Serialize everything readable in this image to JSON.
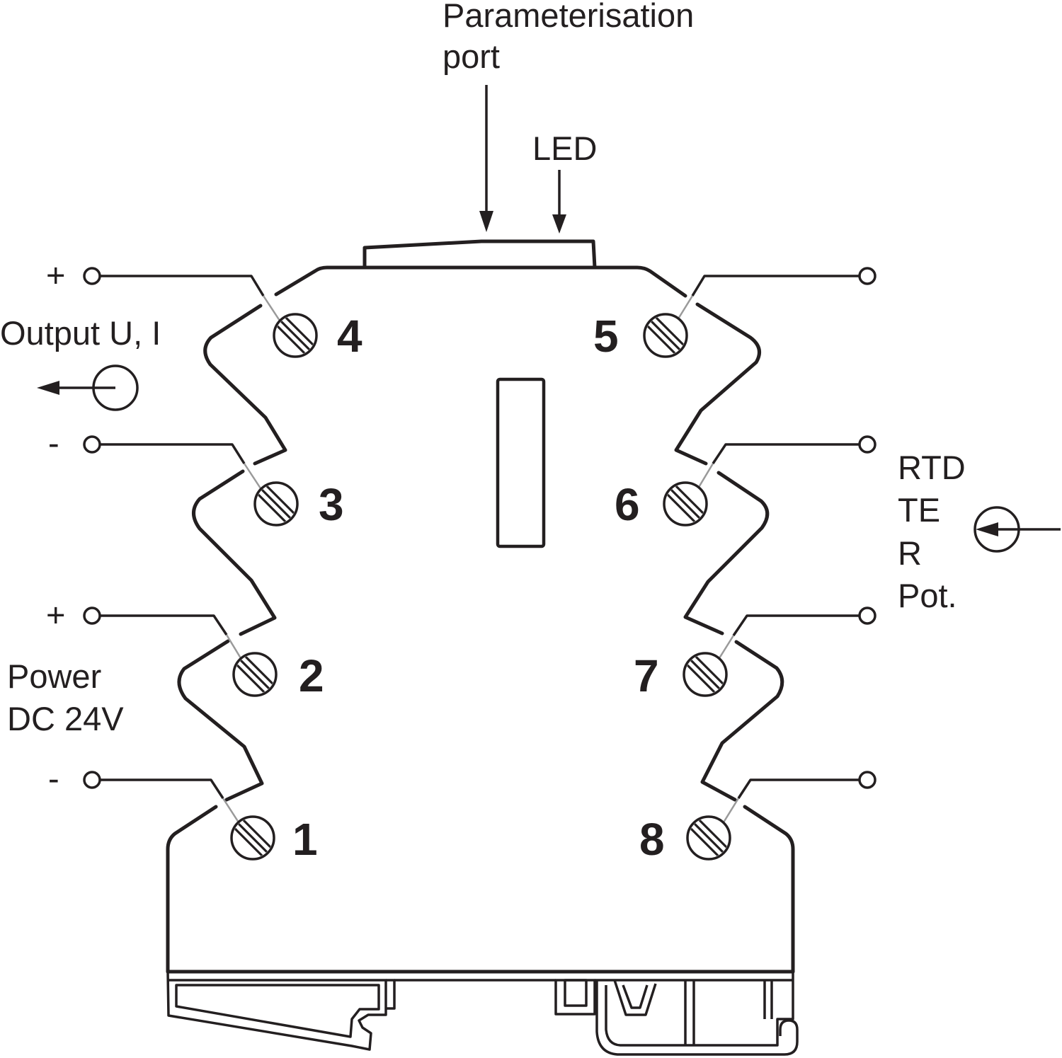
{
  "top": {
    "param_port": [
      "Parameterisation",
      "port"
    ],
    "led": "LED"
  },
  "left": {
    "output_plus": "+",
    "output_label": "Output U, I",
    "output_minus": "-",
    "power_plus": "+",
    "power_label": [
      "Power",
      "DC 24V"
    ],
    "power_minus": "-"
  },
  "right": {
    "input_label": [
      "RTD",
      "TE",
      "R",
      "Pot."
    ]
  },
  "terminals": {
    "left": [
      "4",
      "3",
      "2",
      "1"
    ],
    "right": [
      "5",
      "6",
      "7",
      "8"
    ]
  },
  "colors": {
    "line": "#231f20",
    "wire_through": "#9a9a9a",
    "background": "#ffffff"
  }
}
